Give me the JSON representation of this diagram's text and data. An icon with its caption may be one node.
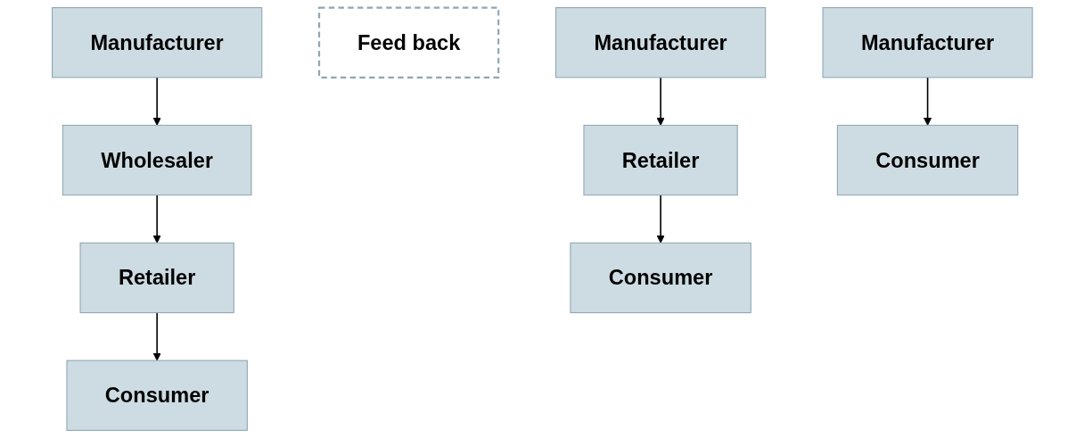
{
  "diagram": {
    "nodes": [
      {
        "text": [
          "Manufacturer"
        ]
      },
      {
        "text": [
          "Wholesaler"
        ]
      },
      {
        "text": [
          "Retailer"
        ]
      },
      {
        "text": [
          "Consumer"
        ]
      },
      {
        "text": [
          "Feed back"
        ]
      },
      {
        "text": [
          "Manufacturer"
        ]
      },
      {
        "text": [
          "Retailer"
        ]
      },
      {
        "text": [
          "Consumer"
        ]
      },
      {
        "text": [
          "Manufacturer"
        ]
      },
      {
        "text": [
          "Consumer"
        ]
      }
    ],
    "edges": [
      {
        "from": 0,
        "to": 1,
        "arrow": "to"
      },
      {
        "from": 1,
        "to": 2,
        "arrow": "to"
      },
      {
        "from": 2,
        "to": 3,
        "arrow": "to"
      },
      {
        "from": 5,
        "to": 6,
        "arrow": "to"
      },
      {
        "from": 6,
        "to": 7,
        "arrow": "to"
      },
      {
        "from": 8,
        "to": 9,
        "arrow": "to"
      }
    ]
  }
}
